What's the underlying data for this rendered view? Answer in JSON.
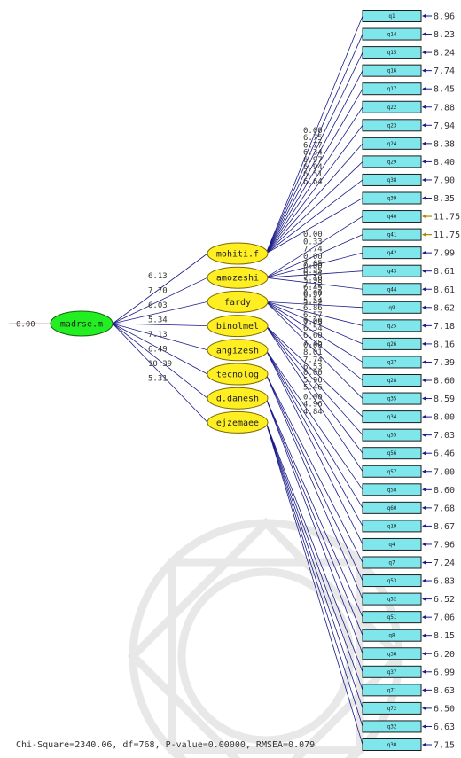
{
  "observed": [
    {
      "label": "q1",
      "error": "8.96",
      "flag": false
    },
    {
      "label": "q14",
      "error": "8.23",
      "flag": false
    },
    {
      "label": "q15",
      "error": "8.24",
      "flag": false
    },
    {
      "label": "q16",
      "error": "7.74",
      "flag": false
    },
    {
      "label": "q17",
      "error": "8.45",
      "flag": false
    },
    {
      "label": "q22",
      "error": "7.88",
      "flag": false
    },
    {
      "label": "q23",
      "error": "7.94",
      "flag": false
    },
    {
      "label": "q24",
      "error": "8.38",
      "flag": false
    },
    {
      "label": "q29",
      "error": "8.40",
      "flag": false
    },
    {
      "label": "q38",
      "error": "7.90",
      "flag": false
    },
    {
      "label": "q39",
      "error": "8.35",
      "flag": false
    },
    {
      "label": "q40",
      "error": "11.75",
      "flag": true
    },
    {
      "label": "q41",
      "error": "11.75",
      "flag": true
    },
    {
      "label": "q42",
      "error": "7.99",
      "flag": false
    },
    {
      "label": "q43",
      "error": "8.61",
      "flag": false
    },
    {
      "label": "q44",
      "error": "8.61",
      "flag": false
    },
    {
      "label": "q9",
      "error": "8.62",
      "flag": false
    },
    {
      "label": "q25",
      "error": "7.18",
      "flag": false
    },
    {
      "label": "q26",
      "error": "8.16",
      "flag": false
    },
    {
      "label": "q27",
      "error": "7.39",
      "flag": false
    },
    {
      "label": "q28",
      "error": "8.60",
      "flag": false
    },
    {
      "label": "q35",
      "error": "8.59",
      "flag": false
    },
    {
      "label": "q34",
      "error": "8.00",
      "flag": false
    },
    {
      "label": "q55",
      "error": "7.03",
      "flag": false
    },
    {
      "label": "q56",
      "error": "6.46",
      "flag": false
    },
    {
      "label": "q57",
      "error": "7.00",
      "flag": false
    },
    {
      "label": "q58",
      "error": "8.60",
      "flag": false
    },
    {
      "label": "q60",
      "error": "7.68",
      "flag": false
    },
    {
      "label": "q19",
      "error": "8.67",
      "flag": false
    },
    {
      "label": "q4",
      "error": "7.96",
      "flag": false
    },
    {
      "label": "q7",
      "error": "7.24",
      "flag": false
    },
    {
      "label": "q53",
      "error": "6.83",
      "flag": false
    },
    {
      "label": "q52",
      "error": "6.52",
      "flag": false
    },
    {
      "label": "q51",
      "error": "7.06",
      "flag": false
    },
    {
      "label": "q8",
      "error": "8.15",
      "flag": false
    },
    {
      "label": "q36",
      "error": "6.20",
      "flag": false
    },
    {
      "label": "q37",
      "error": "6.99",
      "flag": false
    },
    {
      "label": "q71",
      "error": "8.63",
      "flag": false
    },
    {
      "label": "q72",
      "error": "6.50",
      "flag": false
    },
    {
      "label": "q32",
      "error": "6.63",
      "flag": false
    },
    {
      "label": "q30",
      "error": "7.15",
      "flag": false
    }
  ],
  "latents": [
    {
      "label": "mohiti.f",
      "start": 0,
      "count": 11,
      "loadings": [
        "0.00",
        "6.75",
        "6.77",
        "6.34",
        "6.97",
        "6.94",
        "6.51",
        "6.64"
      ]
    },
    {
      "label": "amozeshi",
      "start": 11,
      "count": 5,
      "loadings": [
        "0.00",
        "0.33",
        "7.74",
        "0.00",
        "7.05",
        "8.35",
        "7.10",
        "7.12"
      ]
    },
    {
      "label": "fardy",
      "start": 16,
      "count": 6,
      "loadings": [
        "0.00",
        "6.54",
        "5.98",
        "6.45",
        "6.57",
        "5.42"
      ]
    },
    {
      "label": "binolmel",
      "start": 22,
      "count": 4,
      "loadings": [
        "0.00",
        "5.54",
        "6.86",
        "6.57",
        "7.45"
      ]
    },
    {
      "label": "angizesh",
      "start": 26,
      "count": 4,
      "loadings": [
        "0.00",
        "6.54",
        "6.60",
        "7.25"
      ]
    },
    {
      "label": "tecnolog",
      "start": 30,
      "count": 3,
      "loadings": [
        "0.00",
        "8.01",
        "7.74",
        "6.53"
      ]
    },
    {
      "label": "d.danesh",
      "start": 33,
      "count": 3,
      "loadings": [
        "0.00",
        "5.96",
        "5.46"
      ]
    },
    {
      "label": "ejzemaee",
      "start": 36,
      "count": 5,
      "loadings": [
        "0.00",
        "4.96",
        "4.84"
      ]
    }
  ],
  "root": {
    "label": "madrse.m",
    "error": "0.00"
  },
  "root_paths": [
    "6.13",
    "7.70",
    "6.03",
    "5.34",
    "7.13",
    "6.49",
    "10.39",
    "5.31"
  ],
  "footer": "Chi-Square=2340.06, df=768, P-value=0.00000, RMSEA=0.079",
  "colors": {
    "box": "#7fe6ec",
    "latent": "#ffee22",
    "root": "#22ee22",
    "path": "#1a1a8a"
  }
}
